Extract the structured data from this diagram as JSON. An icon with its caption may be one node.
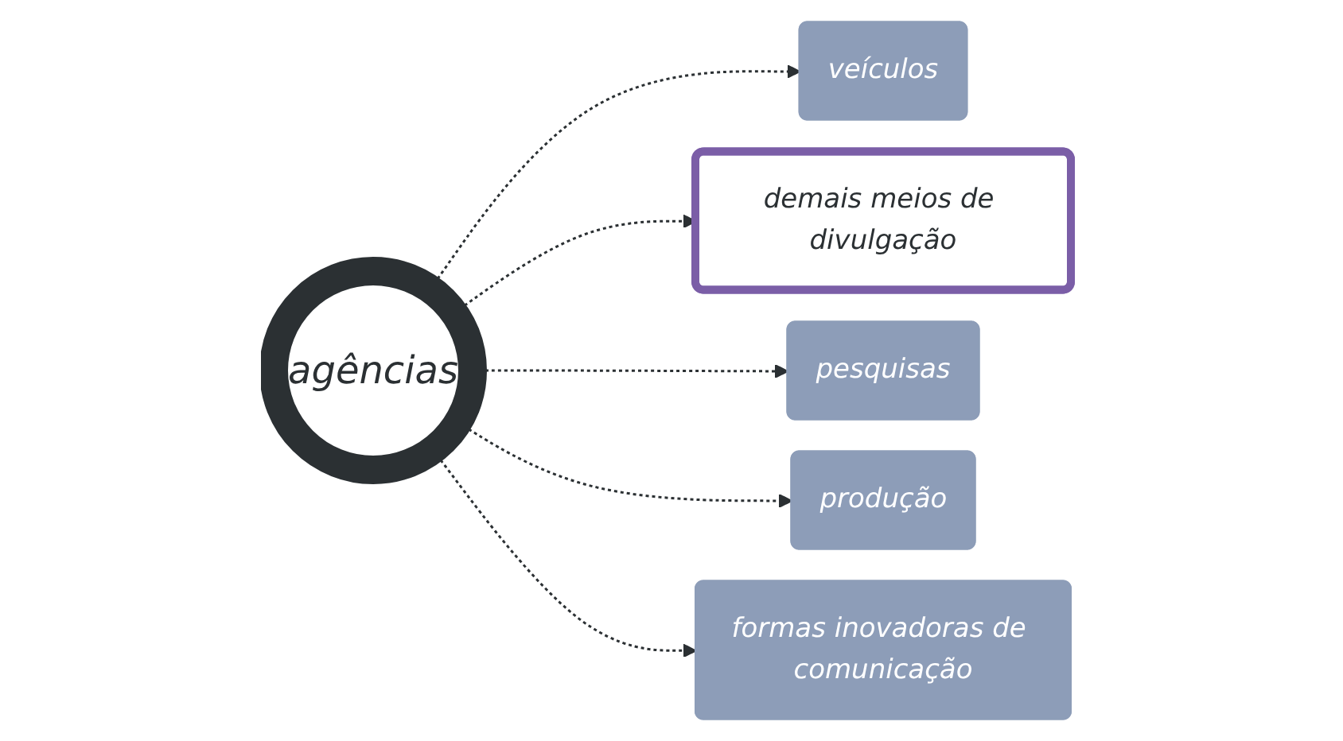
{
  "diagram": {
    "nodes": [
      {
        "text": [
          "agências"
        ]
      },
      {
        "text": [
          "veículos"
        ]
      },
      {
        "text": [
          "demais meios de divulgação"
        ]
      },
      {
        "text": [
          "pesquisas"
        ]
      },
      {
        "text": [
          "produção"
        ]
      },
      {
        "text": [
          "formas inovadoras de comunicação"
        ]
      }
    ],
    "edges": [
      {
        "from": 0,
        "to": 1,
        "arrow": "to",
        "style": "dashed"
      },
      {
        "from": 0,
        "to": 2,
        "arrow": "to",
        "style": "dashed"
      },
      {
        "from": 0,
        "to": 3,
        "arrow": "to",
        "style": "dashed"
      },
      {
        "from": 0,
        "to": 4,
        "arrow": "to",
        "style": "dashed"
      },
      {
        "from": 0,
        "to": 5,
        "arrow": "to",
        "style": "dashed"
      }
    ]
  }
}
